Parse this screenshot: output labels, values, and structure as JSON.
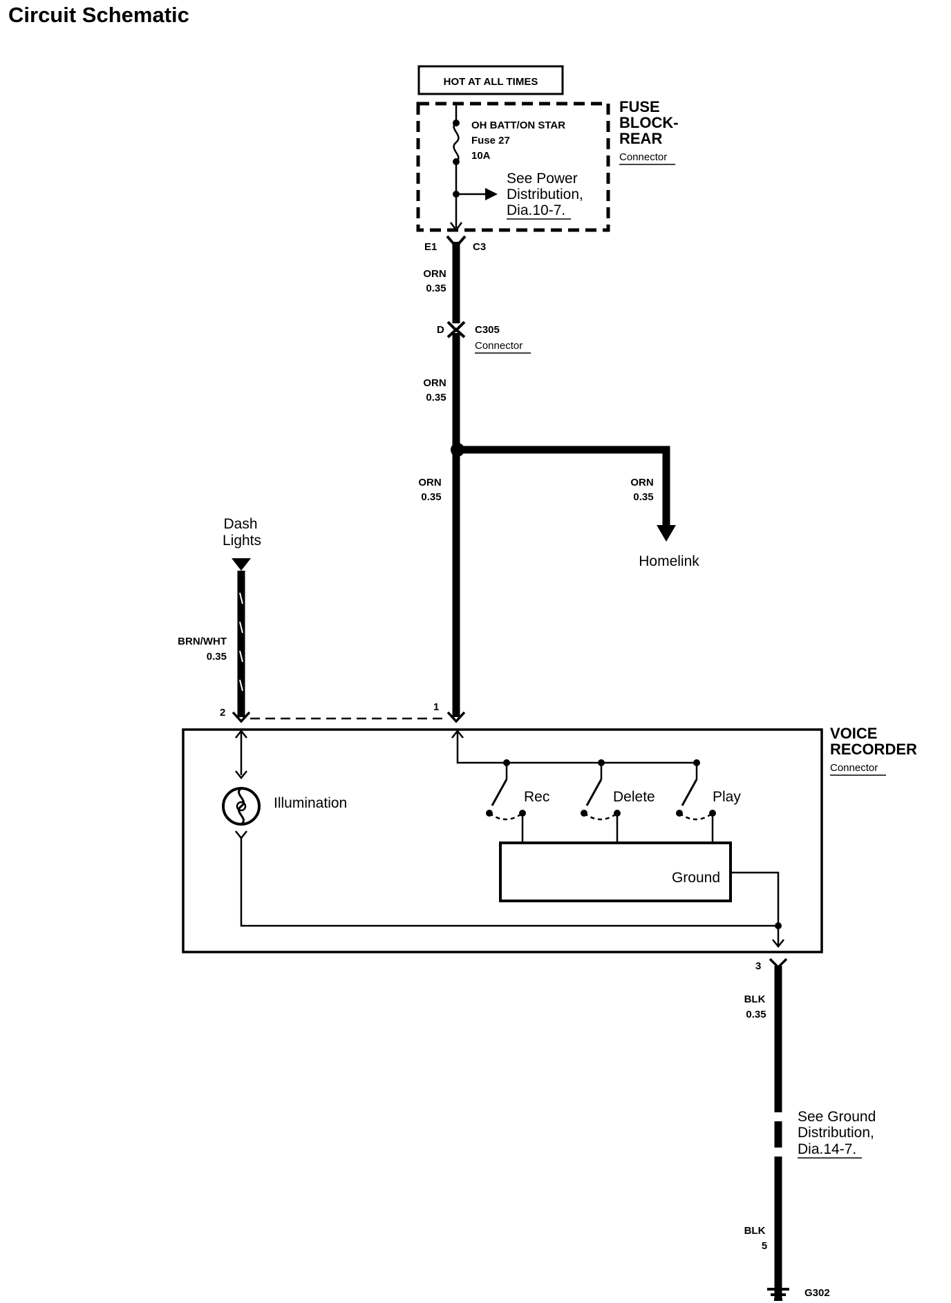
{
  "title": "Circuit Schematic",
  "power": {
    "hot_label": "HOT AT ALL TIMES",
    "fuse_name": "OH BATT/ON STAR",
    "fuse_number": "Fuse 27",
    "fuse_rating": "10A",
    "see_power_1": "See Power",
    "see_power_2": "Distribution,",
    "see_power_3": "Dia.10-7."
  },
  "fuse_block": {
    "line1": "FUSE",
    "line2": "BLOCK-",
    "line3": "REAR",
    "connector": "Connector",
    "pin_left": "E1",
    "pin_right": "C3"
  },
  "wires": {
    "orn_1": {
      "color": "ORN",
      "gauge": "0.35"
    },
    "orn_2": {
      "color": "ORN",
      "gauge": "0.35"
    },
    "orn_3": {
      "color": "ORN",
      "gauge": "0.35"
    },
    "orn_homelink": {
      "color": "ORN",
      "gauge": "0.35"
    },
    "brn_wht": {
      "color": "BRN/WHT",
      "gauge": "0.35"
    },
    "blk_1": {
      "color": "BLK",
      "gauge": "0.35"
    },
    "blk_2": {
      "color": "BLK",
      "gauge": "5"
    }
  },
  "c305": {
    "pin": "D",
    "name": "C305",
    "connector": "Connector"
  },
  "homelink": "Homelink",
  "dash_lights": {
    "line1": "Dash",
    "line2": "Lights"
  },
  "voice_recorder": {
    "line1": "VOICE",
    "line2": "RECORDER",
    "connector": "Connector",
    "pin_1": "1",
    "pin_2": "2",
    "pin_3": "3",
    "illumination": "Illumination",
    "switch_rec": "Rec",
    "switch_delete": "Delete",
    "switch_play": "Play",
    "ground_box": "Ground"
  },
  "ground": {
    "see_ground_1": "See Ground",
    "see_ground_2": "Distribution,",
    "see_ground_3": "Dia.14-7.",
    "id": "G302"
  }
}
